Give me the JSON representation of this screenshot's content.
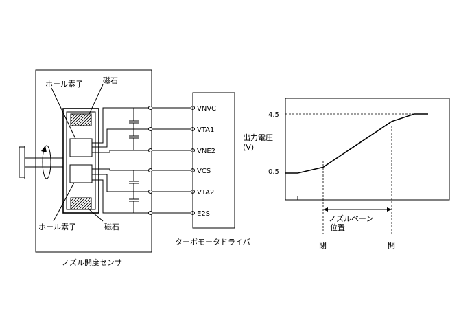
{
  "sensor": {
    "caption": "ノズル開度センサ",
    "hall_label_top": "ホール素子",
    "hall_label_bottom": "ホール素子",
    "magnet_label_top": "磁石",
    "magnet_label_bottom": "磁石"
  },
  "driver": {
    "caption": "ターボモータドライバ",
    "pins": [
      "VNVC",
      "VTA1",
      "VNE2",
      "VCS",
      "VTA2",
      "E2S"
    ]
  },
  "graph": {
    "y_label_line1": "出力電圧",
    "y_label_line2": "(V)",
    "y_ticks": [
      "4.5",
      "0.5"
    ],
    "x_label_line1": "ノズルベーン",
    "x_label_line2": "位置",
    "x_left_label": "閉",
    "x_right_label": "開"
  },
  "chart_data": {
    "type": "line",
    "ylabel": "出力電圧 (V)",
    "xlabel": "ノズルベーン位置",
    "series": [
      {
        "values": [
          0.5,
          0.5,
          0.9,
          4.0,
          4.5,
          4.5
        ]
      }
    ],
    "y_ticks": [
      0.5,
      4.5
    ]
  },
  "colors": {
    "line": "#000000",
    "hatch": "#000000"
  }
}
